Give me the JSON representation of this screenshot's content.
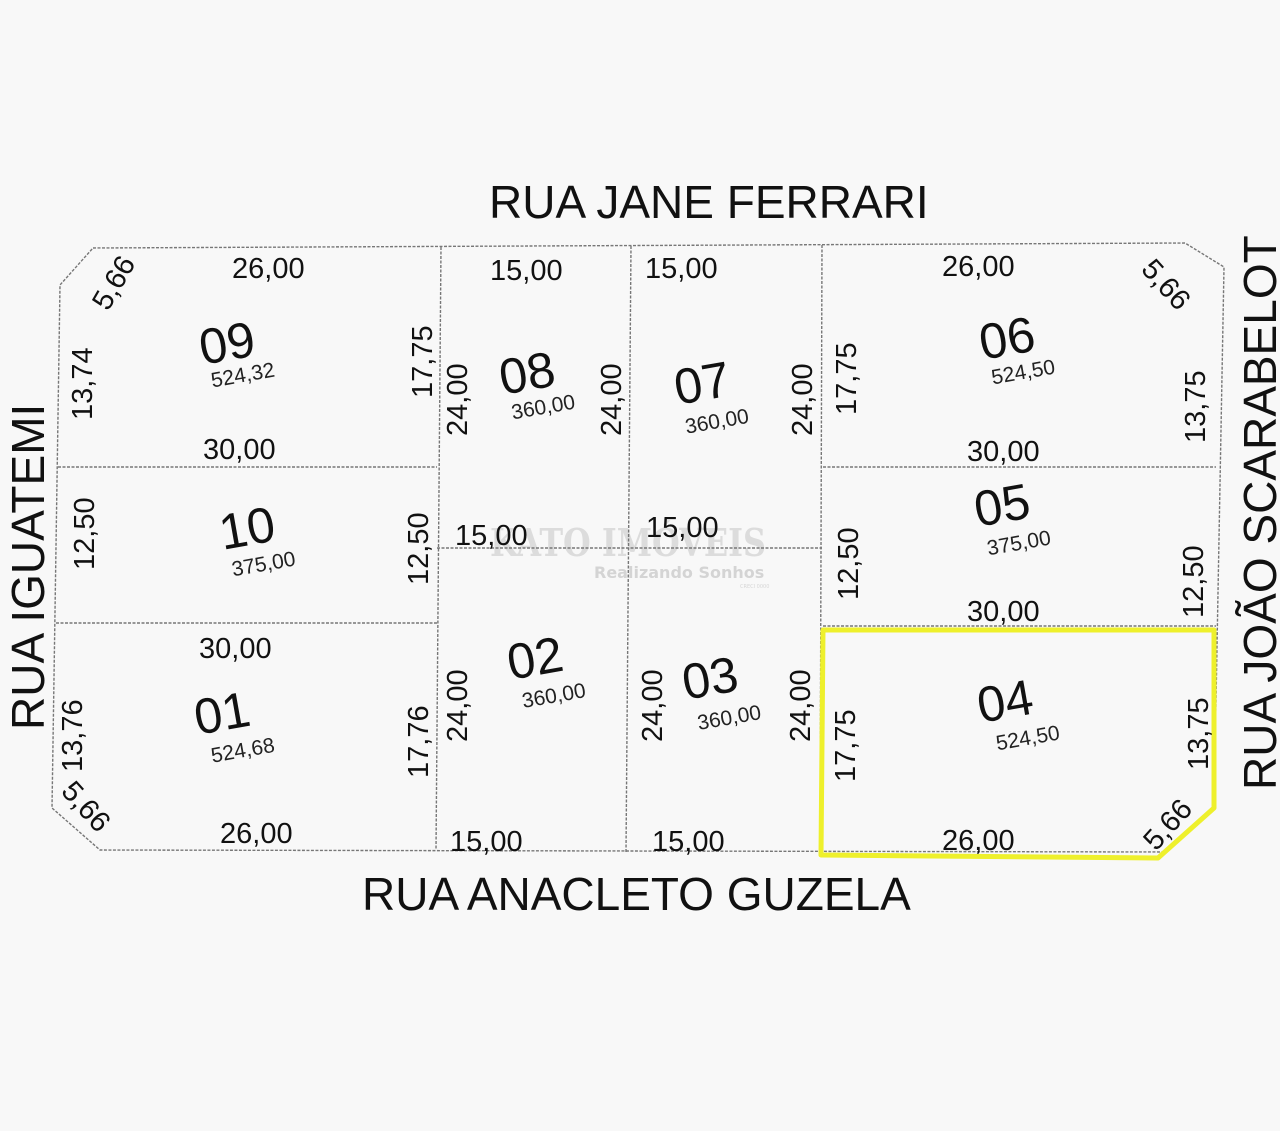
{
  "streets": {
    "north": "RUA JANE FERRARI",
    "south": "RUA ANACLETO GUZELA",
    "west": "RUA  IGUATEMI",
    "east": "RUA JOÃO SCARABELOT"
  },
  "watermark": {
    "name": "KATO IMÓVEIS",
    "slogan": "Realizando Sonhos",
    "fine": "CRECI 0000"
  },
  "lots": [
    {
      "id": "lot-09",
      "number": "09",
      "area": "524,32"
    },
    {
      "id": "lot-08",
      "number": "08",
      "area": "360,00"
    },
    {
      "id": "lot-07",
      "number": "07",
      "area": "360,00"
    },
    {
      "id": "lot-06",
      "number": "06",
      "area": "524,50"
    },
    {
      "id": "lot-10",
      "number": "10",
      "area": "375,00"
    },
    {
      "id": "lot-05",
      "number": "05",
      "area": "375,00"
    },
    {
      "id": "lot-01",
      "number": "01",
      "area": "524,68"
    },
    {
      "id": "lot-02",
      "number": "02",
      "area": "360,00"
    },
    {
      "id": "lot-03",
      "number": "03",
      "area": "360,00"
    },
    {
      "id": "lot-04",
      "number": "04",
      "area": "524,50",
      "highlighted": true
    }
  ],
  "dimensions": [
    "5,66",
    "26,00",
    "13,74",
    "17,75",
    "30,00",
    "15,00",
    "24,00",
    "24,00",
    "15,00",
    "24,00",
    "26,00",
    "5,66",
    "17,75",
    "13,75",
    "30,00",
    "12,50",
    "12,50",
    "15,00",
    "15,00",
    "12,50",
    "30,00",
    "12,50",
    "30,00",
    "13,76",
    "17,76",
    "24,00",
    "24,00",
    "24,00",
    "17,75",
    "13,75",
    "5,66",
    "26,00",
    "15,00",
    "15,00",
    "26,00",
    "5,66"
  ],
  "highlight_color": "#eef02c",
  "icons": [
    "none"
  ]
}
